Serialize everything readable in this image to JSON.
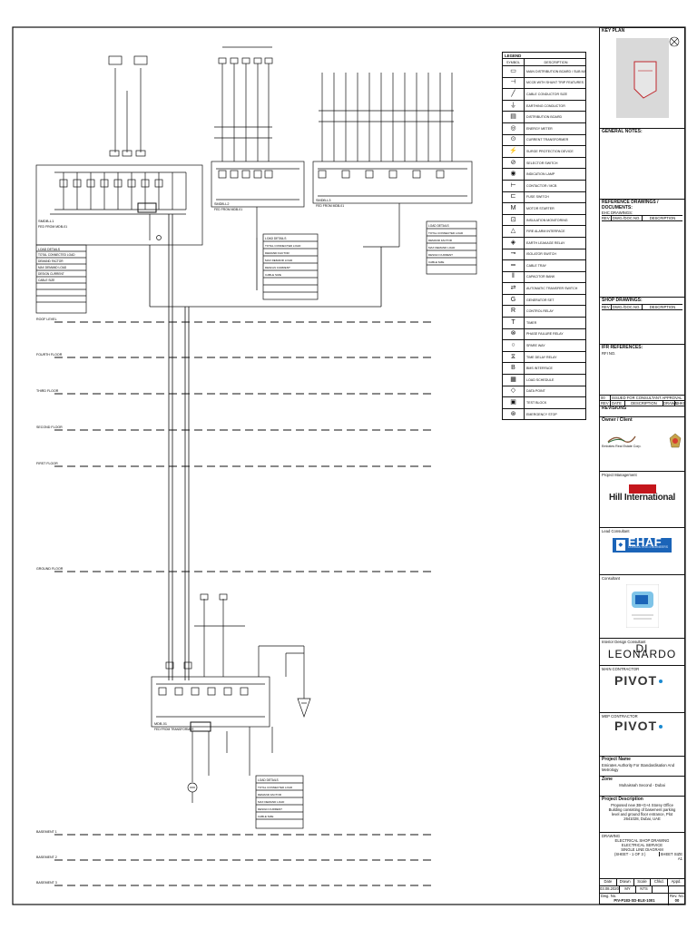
{
  "key_plan": {
    "title": "KEY PLAN"
  },
  "general_notes": {
    "title": "GENERAL NOTES:"
  },
  "reference": {
    "title": "REFERENCE DRAWINGS / DOCUMENTS:",
    "sub": "EHC DRAWINGS:",
    "col1": "REV",
    "col2": "DWG./DOC.NO.",
    "col3": "DESCRIPTION"
  },
  "shop_drawings": {
    "title": "SHOP DRAWINGS:",
    "col1": "REV",
    "col2": "DWG./DOC.NO.",
    "col3": "DESCRIPTION"
  },
  "ifr_references": {
    "title": "IFR REFERENCES:",
    "sub": "RFI NO."
  },
  "revisions": {
    "r1": "00",
    "r1_desc": "ISSUED FOR CONSULTANT APPROVAL",
    "c_rev": "REV",
    "c_date": "DATE",
    "c_desc": "DESCRIPTION",
    "c_drawn": "DRAWN",
    "c_chkd": "CHKD",
    "title": "REVISIONS"
  },
  "owner": {
    "label": "Owner / Client",
    "name": "Emirates Real Estate Corp."
  },
  "pm": {
    "label": "Project Management",
    "name": "Hill International"
  },
  "lead": {
    "label": "Lead Consultant",
    "name": "EHAF",
    "tag": "CONSULTING ENGINEERS"
  },
  "consultant": {
    "label": "Consultant"
  },
  "interior": {
    "label": "Interior Design Consultant",
    "name": "DI LEONARDO"
  },
  "main_contractor": {
    "label": "MAIN CONTRACTOR",
    "name": "PIVOT"
  },
  "mep_contractor": {
    "label": "MEP CONTRACTOR",
    "name": "PIVOT"
  },
  "project": {
    "label": "Project Name",
    "value": "Emirates Authority For Standardisation And Metrology"
  },
  "zone": {
    "label": "Zone",
    "value": "Muhaisnah Second - Dubai"
  },
  "description": {
    "label": "Project Description",
    "lines": [
      "Proposed new 3B+G+4 Storey Office",
      "Building consisting of basement parking",
      "level and ground floor entrance, Plot",
      "2641028, Dubai, UAE"
    ]
  },
  "drawing": {
    "label": "DRAWING",
    "line1": "ELECTRICAL SHOP DRAWING",
    "line2": "ELECTRICAL SERVICE",
    "line3": "SINGLE LINE DIAGRAM",
    "line4": "(SHEET - 1 OF 3 )",
    "sheet_label": "SHEET SIZE",
    "sheet_size": "A1",
    "h_date": "Date",
    "h_drawn": "Drawn",
    "h_scale": "Scale",
    "h_chkd": "Chkd.",
    "h_appd": "Appd.",
    "v_date": "03.08.2020",
    "v_drawn": "MY",
    "v_scale": "NTS",
    "dwg_label": "Dwg. No.",
    "dwg_no": "PIV-P183-SD-ELE-1001",
    "rev_label": "Rev. No.",
    "rev_no": "00"
  },
  "legend": {
    "title": "LEGEND",
    "h_symbol": "SYMBOL",
    "h_desc": "DESCRIPTION",
    "rows": [
      "MAIN DISTRIBUTION BOARD / SUB MAIN",
      "MCCB WITH SHUNT TRIP FEATURES",
      "CABLE CONDUCTOR SIZE",
      "EARTHING CONDUCTOR",
      "DISTRIBUTION BOARD",
      "ENERGY METER",
      "CURRENT TRANSFORMER",
      "SURGE PROTECTION DEVICE",
      "SELECTOR SWITCH",
      "INDICATION LAMP",
      "CONTACTOR / MCB",
      "FUSE SWITCH",
      "MOTOR STARTER",
      "INSULATION MONITORING",
      "FIRE ALARM INTERFACE",
      "EARTH LEAKAGE RELAY",
      "ISOLATOR SWITCH",
      "CABLE TRAY",
      "CAPACITOR BANK",
      "AUTOMATIC TRANSFER SWITCH",
      "GENERATOR SET",
      "CONTROL RELAY",
      "TIMER",
      "PHASE FAILURE RELAY",
      "SPARE WAY",
      "TIME DELAY RELAY",
      "BMS INTERFACE",
      "LOAD SCHEDULE",
      "DATA POINT",
      "TEST BLOCK",
      "EMERGENCY STOP"
    ]
  },
  "diagram": {
    "boards": [
      {
        "id": "smdb-l1",
        "name": "SMDB-L1",
        "sub": "FED FROM MDB-01"
      },
      {
        "id": "smdb-l2",
        "name": "SMDB-L2",
        "sub": "FED FROM MDB-01"
      },
      {
        "id": "smdb-l3",
        "name": "SMDB-L3",
        "sub": "FED FROM MDB-01"
      },
      {
        "id": "mdb-01",
        "name": "MDB-01",
        "sub": "FED FROM TRANSFORMER"
      }
    ],
    "levels": [
      "ROOF LEVEL",
      "FOURTH FLOOR",
      "THIRD FLOOR",
      "SECOND FLOOR",
      "FIRST FLOOR",
      "GROUND FLOOR",
      "BASEMENT 1",
      "BASEMENT 2",
      "BASEMENT 3"
    ],
    "notes": [
      "LOAD DETAILS",
      "TOTAL CONNECTED LOAD",
      "DEMAND FACTOR",
      "MAX DEMAND LOAD",
      "DESIGN CURRENT",
      "CABLE SIZE"
    ]
  }
}
